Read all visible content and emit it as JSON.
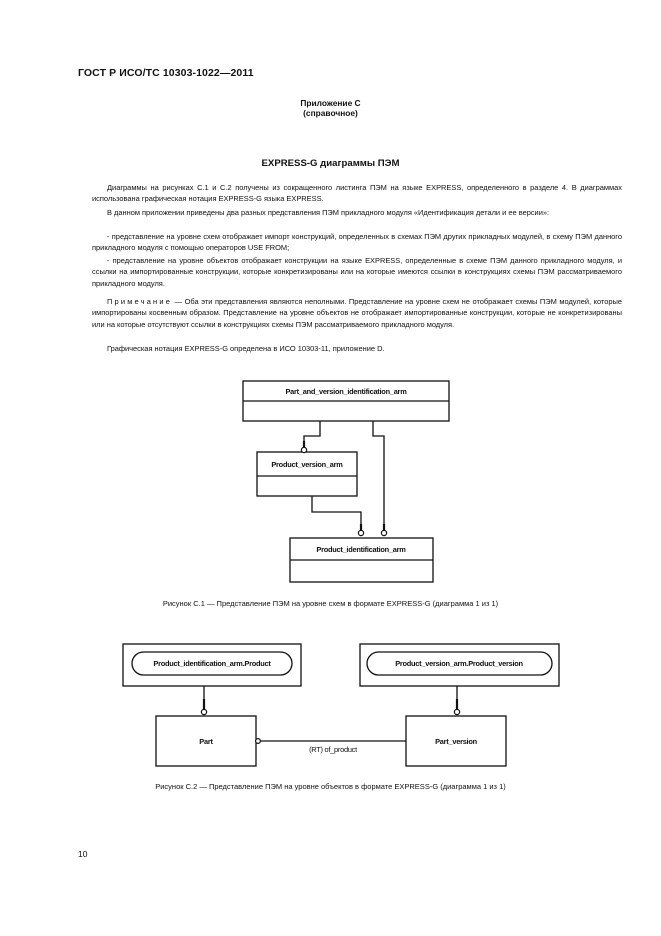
{
  "header": {
    "standard": "ГОСТ Р ИСО/ТС 10303-1022—2011"
  },
  "annex": {
    "title": "Приложение С",
    "type": "(справочное)"
  },
  "section": {
    "title": "EXPRESS-G диаграммы ПЭМ"
  },
  "paragraphs": {
    "p1": "Диаграммы на рисунках С.1 и С.2 получены из сокращенного листинга ПЭМ на языке EXPRESS, определенного в разделе 4. В диаграммах использована графическая нотация EXPRESS-G языка EXPRESS.",
    "p2": "В данном приложении приведены два разных представления ПЭМ прикладного модуля «Идентификация детали и ее версии»:",
    "p3": "- представление на уровне схем отображает импорт конструкций, определенных в схемах ПЭМ других прикладных модулей, в схему ПЭМ данного прикладного модуля с помощью операторов USE FROM;",
    "p4": "- представление на уровне объектов отображает конструкции на языке EXPRESS, определенные в схеме ПЭМ данного прикладного модуля, и ссылки на импортированные конструкции, которые конкретизированы или на которые имеются ссылки в конструкциях схемы ПЭМ рассматриваемого прикладного модуля.",
    "note_label": "Примечание",
    "note_text": " — Оба эти представления являются неполными. Представление на уровне схем не отображает схемы ПЭМ модулей, которые импортированы косвенным образом. Представление на уровне объектов не отображает импортированные конструкции, которые не конкретизированы или на которые отсутствуют ссылки в конструкциях схемы ПЭМ рассматриваемого прикладного модуля.",
    "p6": "Графическая нотация EXPRESS-G определена в ИСО 10303-11, приложение D."
  },
  "figure1": {
    "schema_main": "Part_and_version_identification_arm",
    "schema_version": "Product_version_arm",
    "schema_identification": "Product_identification_arm",
    "caption": "Рисунок С.1 — Представление ПЭМ на уровне схем в формате EXPRESS-G (диаграмма 1 из 1)"
  },
  "figure2": {
    "ref_product": "Product_identification_arm.Product",
    "ref_version": "Product_version_arm.Product_version",
    "entity_part": "Part",
    "entity_part_version": "Part_version",
    "relation_label": "(RT) of_product",
    "caption": "Рисунок С.2 — Представление ПЭМ на уровне объектов в формате EXPRESS-G (диаграмма 1 из 1)"
  },
  "footer": {
    "page_number": "10"
  }
}
